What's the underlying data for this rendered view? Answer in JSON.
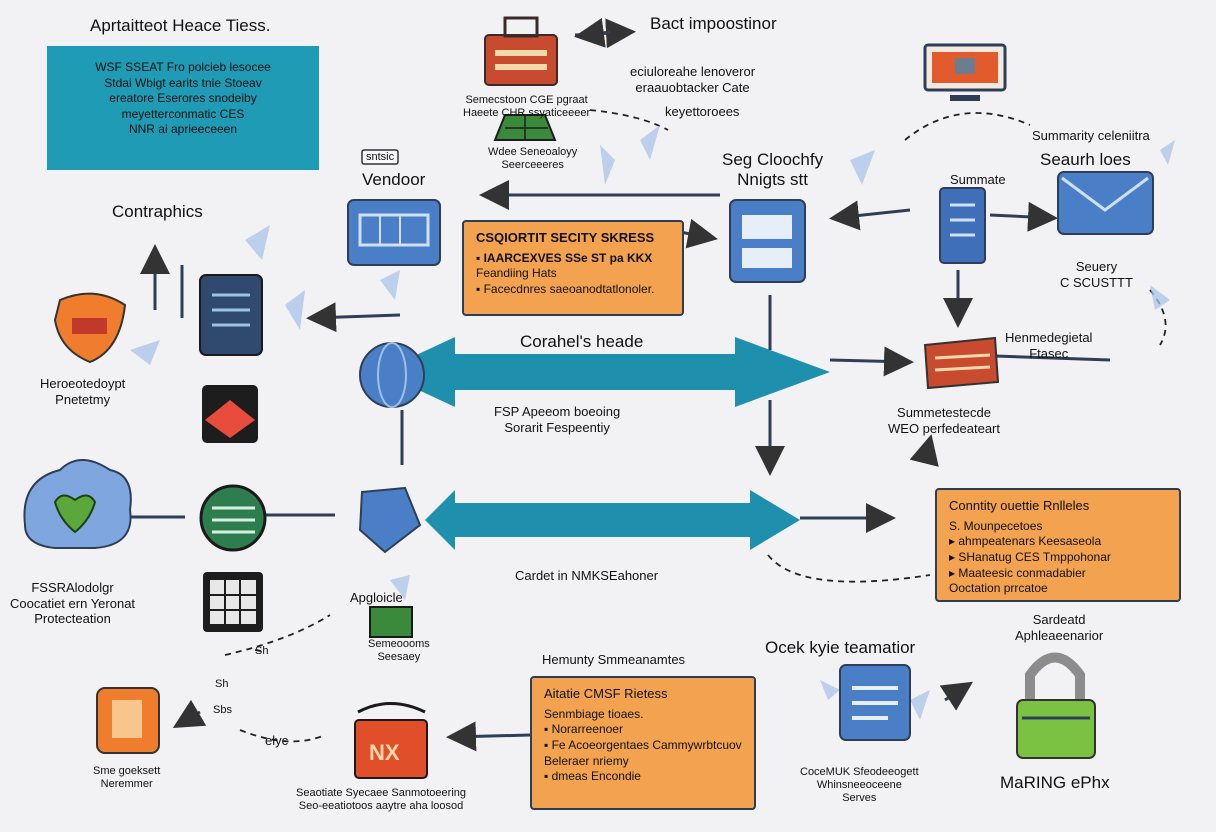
{
  "colors": {
    "teal": "#1f9bb5",
    "orange": "#f3a24f",
    "blue": "#4a7fc8",
    "dark_navy": "#2f3e57",
    "red": "#c84a2f",
    "green": "#4aa04a"
  },
  "header_panel": {
    "title": "Aprtaitteot Heace Tiess.",
    "lines": [
      "WSF SSEAT Fro polcieb lesocee",
      "Stdai Wbigt earits tnie Stoeav",
      "ereatore Eserores snodeiby",
      "meyetterconmatic CES",
      "NNR ai aprieeceeen"
    ]
  },
  "labels": {
    "top_flow": "Bact impoostinor",
    "top_subtitle": "eciuloreahe lenoveror\neraauobtacker Cate",
    "top_subtitle2": "keyettoroees",
    "small_under_case": "Semecstoon CGE pgraat\nHaeete CHR ssyaticeeeer",
    "green_sub": "Wdee Seneoaloyy\nSeerceeeres",
    "doc_badge": "sntsic",
    "vendor": "Vendoor",
    "contraphics": "Contraphics",
    "heroeolodgy": "Heroeotedoypt\nPnetetmy",
    "center_arrow": "Corahel's heade",
    "center_mid": "FSP Apeeom boeoing\nSorarit Fespeentiy",
    "lower_arrow": "Cardet in NMKSEahoner",
    "ssso": "FSSRAlodolgr\nCoocatiet ern Yeronat\nProtecteation",
    "apgloicle": "Apgloicle",
    "apg_sub": "Semeoooms\nSeesaey",
    "sh_labels": [
      "Sh",
      "Sh",
      "Sbs"
    ],
    "elyc": "elyc",
    "sme": "Sme goeksett\nNeremmer",
    "bottom_caption": "Seaotiate Syecaee Sanmotoeering\nSeo-eeatiotoos aaytre aha loosod",
    "sg": "Seg Cloochfy\nNnigts stt",
    "summarity": "Summarity celeniitra",
    "seuueh": "Seaurh loes",
    "summate": "Summate",
    "seuerey": "Seuery\nC SCUSTTT",
    "henmed": "Henmedegietal\nFtasec",
    "summeterate": "Summetestecde\nWEO perfedeateart",
    "ocepe": "Ocek kyie teamatior",
    "sardeatd": "Sardeatd\nAphleaeenarior",
    "cocemuk": "CoceMUK Sfeodeeogett\nWhinsneeoceene\nServes",
    "maring": "MaRING ePhx",
    "hemunty": "Hemunty Smmeanamtes"
  },
  "boxes": {
    "center": {
      "title": "CSQIORTIT SECITY SKRESS",
      "lines": [
        "▪ IAARCEXVES SSe ST pa KKX",
        "Feandiing Hats",
        "▪ Facecdnres saeoanodtatlonoler."
      ]
    },
    "right": {
      "title": "Conntity ouettie Rnlleles",
      "lines": [
        "S. Mounpecetoes",
        "▸ ahmpeatenars Keesaseola",
        "▸ SHanatug CES Tmppohonar",
        "▸ Maateesic conmadabier",
        "Ooctation prrcatoe"
      ]
    },
    "bottom": {
      "title": "Aitatie CMSF Rietess",
      "lines": [
        "Senmbiage tioaes.",
        "▪ Norarreenoer",
        "▪ Fe Acoeorgentaes Cammywrbtcuov",
        "Beleraer nriemy",
        "▪ dmeas Encondie"
      ]
    }
  }
}
